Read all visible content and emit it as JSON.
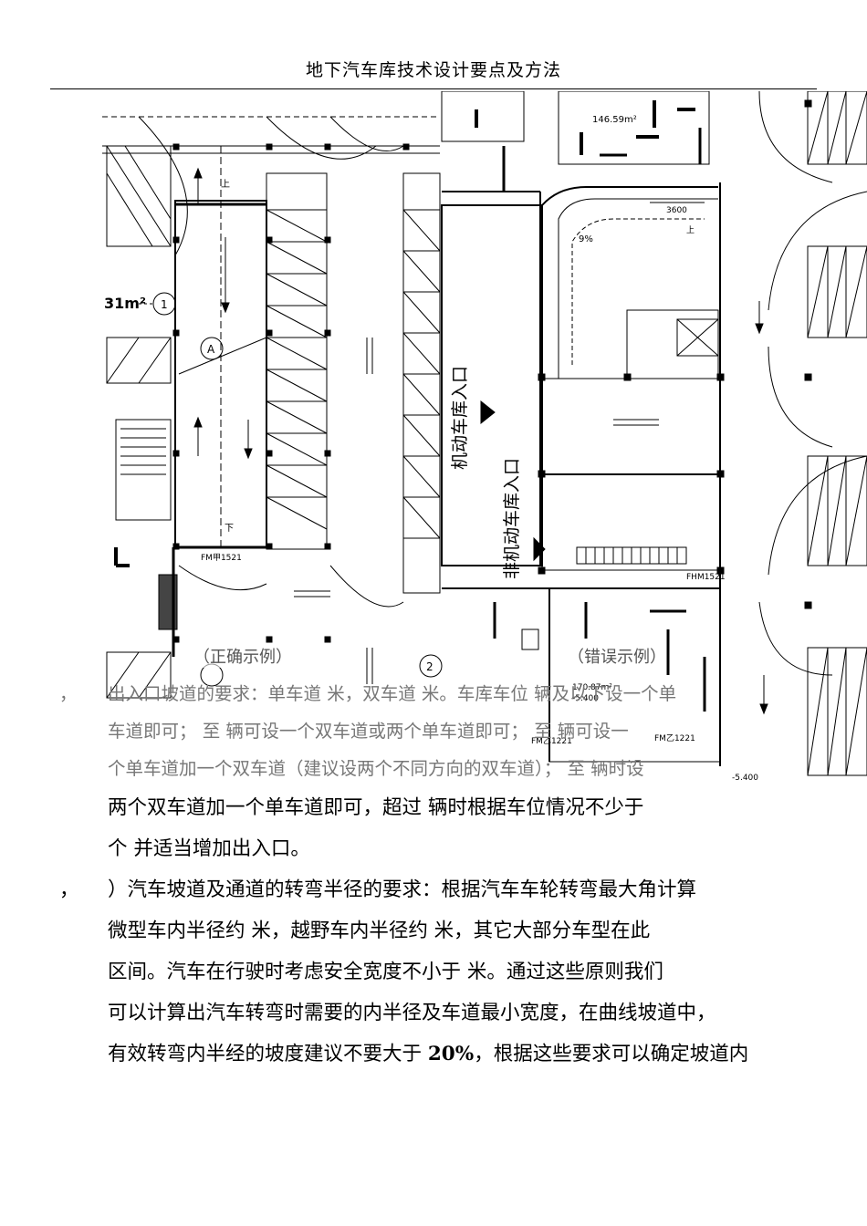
{
  "header": {
    "title": "地下汽车库技术设计要点及方法"
  },
  "figure": {
    "caption_left": "（正确示例）",
    "caption_right": "（错误示例）",
    "labels": {
      "area_left": "31m²",
      "circle_a": "A",
      "circle_1": "1",
      "circle_2": "2",
      "room_top": "146.59m²",
      "dim_3600": "3600",
      "arrow_up": "上",
      "arrow_down": "下",
      "door_left": "FM甲1521",
      "door_right": "FHM1521",
      "entrance_motor": "机动车库入口",
      "entrance_nonmotor": "非机动车库入口",
      "room_mid_area": "170.87m²",
      "room_mid_level": "-5.400",
      "room_right_level": "-5.400",
      "fm_code1": "FM乙1221",
      "fm_code2": "FM乙1221",
      "slope_label": "9%"
    }
  },
  "paragraphs": [
    {
      "bullet": "，",
      "style": "faded",
      "lines": [
        "出入口坡道的要求：单车道   米，双车道   米。车库车位     辆及以下设一个单",
        "车道即可；    至     辆可设一个双车道或两个单车道即可；     至     辆可设一",
        "个单车道加一个双车道（建议设两个不同方向的双车道）；     至      辆时设"
      ]
    },
    {
      "bullet": "",
      "style": "normal",
      "lines": [
        "两个双车道加一个单车道即可，超过        辆时根据车位情况不少于",
        "个  并适当增加出入口。"
      ]
    },
    {
      "bullet": "，",
      "style": "normal",
      "lines": [
        "  ）汽车坡道及通道的转弯半径的要求：根据汽车车轮转弯最大角计算",
        "微型车内半径约        米，越野车内半径约     米，其它大部分车型在此",
        "区间。汽车在行驶时考虑安全宽度不小于        米。通过这些原则我们",
        "可以计算出汽车转弯时需要的内半径及车道最小宽度，在曲线坡道中，"
      ]
    },
    {
      "bullet": "",
      "style": "normal",
      "lines_prefix": "有效转弯内半经的坡度建议不要大于 ",
      "bold": "20%",
      "lines_suffix": "，根据这些要求可以确定坡道内"
    }
  ]
}
